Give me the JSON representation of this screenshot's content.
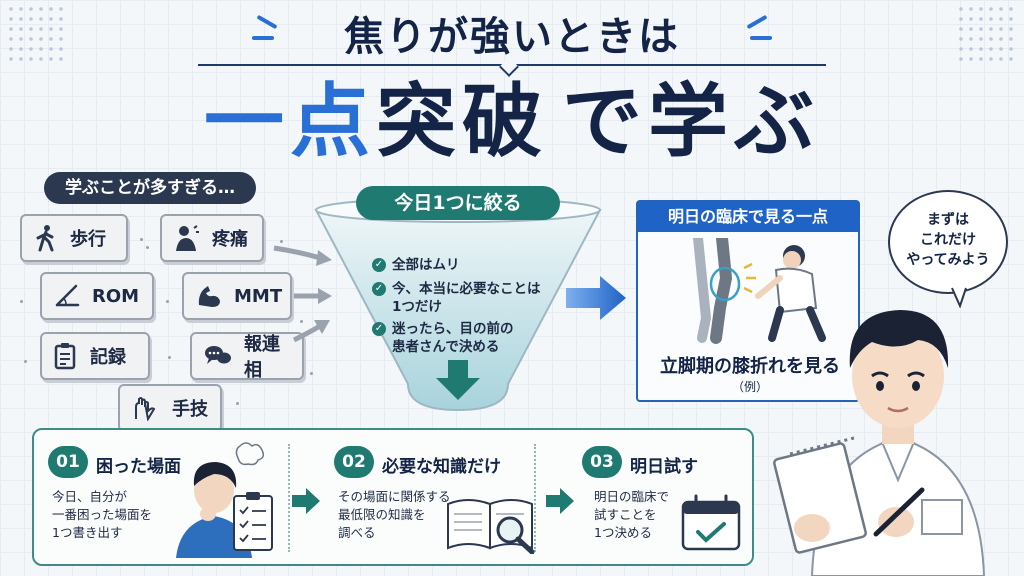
{
  "title": {
    "top": "焦りが強いときは",
    "main": [
      "一点",
      "突破",
      "で",
      "学ぶ"
    ]
  },
  "topics": {
    "header": "学ぶことが多すぎる…",
    "items": [
      "歩行",
      "疼痛",
      "ROM",
      "MMT",
      "記録",
      "報連相",
      "手技"
    ]
  },
  "funnel": {
    "label": "今日1つに絞る",
    "items": [
      [
        "全部はムリ"
      ],
      [
        "今、本当に必要なことは",
        "1つだけ"
      ],
      [
        "迷ったら、目の前の",
        "患者さんで決める"
      ]
    ]
  },
  "tomorrow": {
    "header": "明日の臨床で見る一点",
    "caption": "立脚期の膝折れを見る",
    "note": "（例）"
  },
  "bubble": [
    "まずは",
    "これだけ",
    "やってみよう"
  ],
  "steps": [
    {
      "num": "01",
      "title": "困った場面",
      "body": [
        "今日、自分が",
        "一番困った場面を",
        "1つ書き出す"
      ]
    },
    {
      "num": "02",
      "title": "必要な知識だけ",
      "body": [
        "その場面に関係する",
        "最低限の知識を",
        "調べる"
      ]
    },
    {
      "num": "03",
      "title": "明日試す",
      "body": [
        "明日の臨床で",
        "試すことを",
        "1つ決める"
      ]
    }
  ],
  "colors": {
    "navy": "#142447",
    "blue": "#2a6fd6",
    "teal": "#1f7a72",
    "chip_border": "#9aa3ad"
  }
}
